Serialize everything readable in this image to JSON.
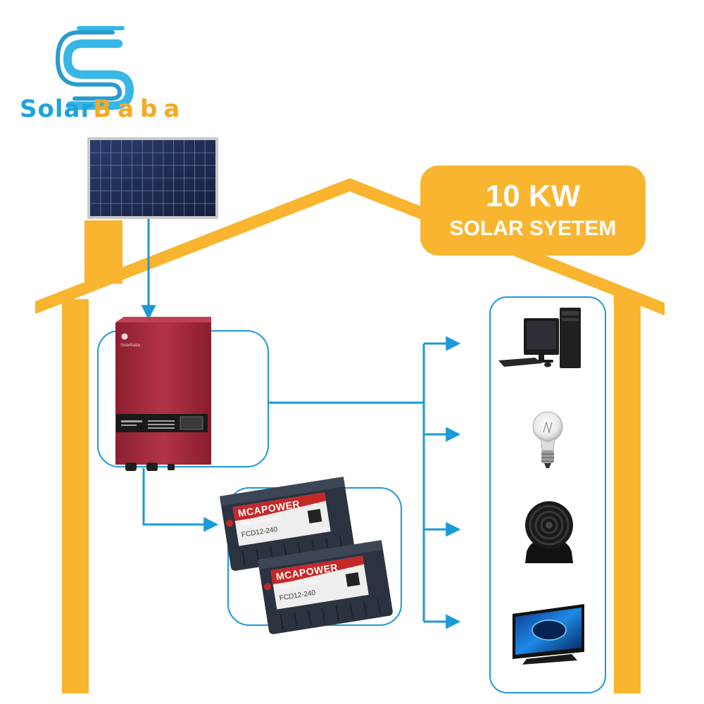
{
  "logo": {
    "word_part1": "Solar",
    "word_part2": "Baba",
    "colors": {
      "solar": "#1fa3d9",
      "baba": "#f7a823",
      "mark_outer": "#37b7e6",
      "mark_inner": "#2a9bd0"
    }
  },
  "badge": {
    "title": "10 KW",
    "subtitle": "SOLAR SYETEM",
    "color": "#f9b52f"
  },
  "batteries": [
    {
      "brand": "MCAPOWER",
      "tag": "Deep Cycle Battery",
      "model": "FCD12-240"
    },
    {
      "brand": "MCAPOWER",
      "tag": "Deep Cycle Battery",
      "model": "FCD12-240"
    }
  ],
  "inverter": {
    "brand_mark": "SolarBaba"
  },
  "loads": [
    {
      "name": "desktop-computer",
      "icon": "computer-icon"
    },
    {
      "name": "light-bulb",
      "icon": "bulb-icon"
    },
    {
      "name": "fan",
      "icon": "fan-icon"
    },
    {
      "name": "television",
      "icon": "tv-icon"
    }
  ],
  "colors": {
    "house": "#f9b52f",
    "connector": "#1a9ad6",
    "inverter_body": "#a52a3c",
    "battery_body": "#2c3340",
    "battery_label": "#c62828",
    "panel": "#1d2a52"
  }
}
